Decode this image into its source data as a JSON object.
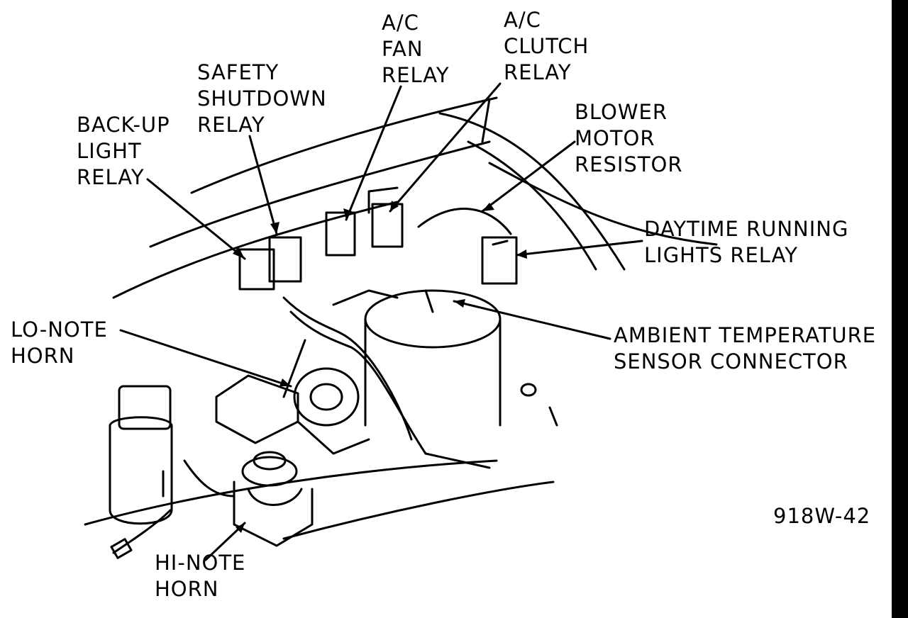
{
  "diagram": {
    "labels": {
      "backup_light_relay": [
        "BACK-UP",
        "LIGHT",
        "RELAY"
      ],
      "safety_shutdown_relay": [
        "SAFETY",
        "SHUTDOWN",
        "RELAY"
      ],
      "ac_fan_relay": [
        "A/C",
        "FAN",
        "RELAY"
      ],
      "ac_clutch_relay": [
        "A/C",
        "CLUTCH",
        "RELAY"
      ],
      "blower_motor_resistor": [
        "BLOWER",
        "MOTOR",
        "RESISTOR"
      ],
      "daytime_running_lights_relay": [
        "DAYTIME RUNNING",
        "LIGHTS RELAY"
      ],
      "ambient_temperature_sensor_connector": [
        "AMBIENT TEMPERATURE",
        "SENSOR CONNECTOR"
      ],
      "lo_note_horn": [
        "LO-NOTE",
        "HORN"
      ],
      "hi_note_horn": [
        "HI-NOTE",
        "HORN"
      ]
    },
    "figure_code": "918W-42",
    "colors": {
      "ink": "#000000",
      "paper": "#ffffff"
    }
  }
}
